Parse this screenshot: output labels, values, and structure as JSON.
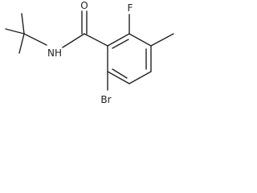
{
  "structure": {
    "atoms": {
      "oxygen": "O",
      "nitrogen_hydrogen": "NH",
      "fluorine": "F",
      "bromine": "Br"
    },
    "colors": {
      "ink": "#222222",
      "background": "#ffffff"
    }
  }
}
